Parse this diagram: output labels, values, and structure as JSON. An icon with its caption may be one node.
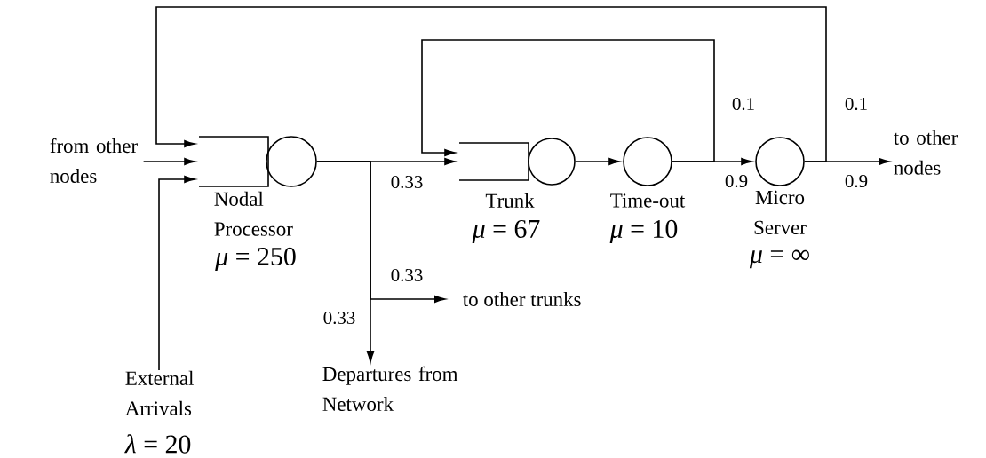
{
  "diagram": {
    "nodes": [
      {
        "text": [
          "from other nodes"
        ]
      },
      {
        "text": [
          "Nodal Processor",
          "*μ* = 250"
        ]
      },
      {
        "text": [
          "Trunk",
          "*μ* = 67"
        ]
      },
      {
        "text": [
          "Time-out",
          "*μ* = 10"
        ]
      },
      {
        "text": [
          "Micro Server",
          "*μ* = ∞"
        ]
      },
      {
        "text": [
          "to other nodes"
        ]
      },
      {
        "text": [
          "to other trunks"
        ]
      },
      {
        "text": [
          "Departures from Network"
        ]
      },
      {
        "text": [
          "External Arrivals",
          "*λ* = 20"
        ]
      }
    ],
    "edges": [
      {
        "from": 0,
        "to": 1,
        "arrow": "to"
      },
      {
        "from": 8,
        "to": 1,
        "arrow": "to"
      },
      {
        "from": 4,
        "to": 1,
        "arrow": "to",
        "label": "0.1"
      },
      {
        "from": 1,
        "to": 2,
        "arrow": "to",
        "label": "0.33"
      },
      {
        "from": 1,
        "to": 6,
        "arrow": "to",
        "label": "0.33"
      },
      {
        "from": 1,
        "to": 7,
        "arrow": "to",
        "label": "0.33"
      },
      {
        "from": 2,
        "to": 3,
        "arrow": "to"
      },
      {
        "from": 3,
        "to": 2,
        "arrow": "to",
        "label": "0.1"
      },
      {
        "from": 3,
        "to": 4,
        "arrow": "to",
        "label": "0.9"
      },
      {
        "from": 4,
        "to": 5,
        "arrow": "to",
        "label": "0.9"
      }
    ]
  }
}
